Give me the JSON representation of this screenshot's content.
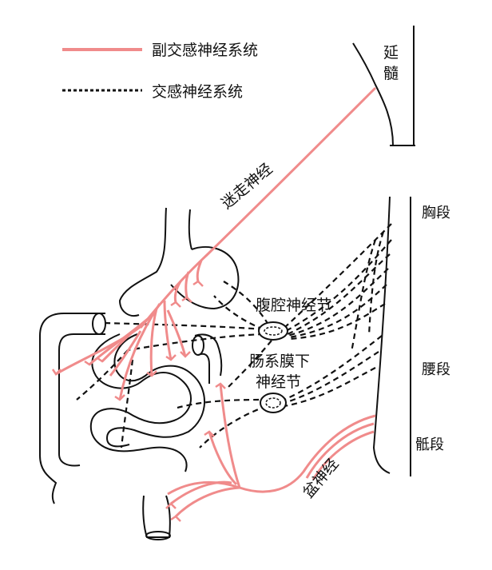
{
  "legend": {
    "parasympathetic": "副交感神经系统",
    "sympathetic": "交感神经系统"
  },
  "labels": {
    "medulla_1": "延",
    "medulla_2": "髓",
    "vagus_nerve": "迷走神经",
    "thoracic": "胸段",
    "celiac_ganglion": "腹腔神经节",
    "inferior_mesenteric_1": "肠系膜下",
    "inferior_mesenteric_2": "神经节",
    "lumbar": "腰段",
    "sacral": "骶段",
    "pelvic_nerve": "盆神经"
  },
  "colors": {
    "parasympathetic": "#f08b8b",
    "sympathetic": "#111111",
    "outline": "#111111"
  }
}
